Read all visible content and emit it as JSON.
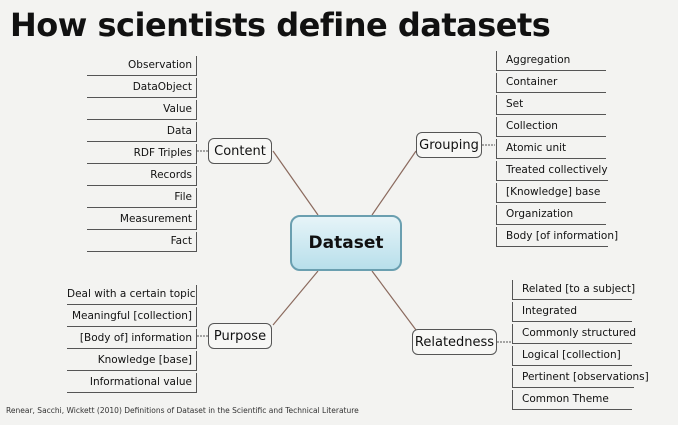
{
  "title": "How scientists define datasets",
  "center": "Dataset",
  "branches": {
    "content": {
      "label": "Content",
      "items": [
        "Observation",
        "DataObject",
        "Value",
        "Data",
        "RDF Triples",
        "Records",
        "File",
        "Measurement",
        "Fact"
      ]
    },
    "grouping": {
      "label": "Grouping",
      "items": [
        "Aggregation",
        "Container",
        "Set",
        "Collection",
        "Atomic unit",
        "Treated collectively",
        "[Knowledge] base",
        "Organization",
        "Body [of information]"
      ]
    },
    "purpose": {
      "label": "Purpose",
      "items": [
        "Deal with a certain topic",
        "Meaningful [collection]",
        "[Body of] information",
        "Knowledge [base]",
        "Informational value"
      ]
    },
    "relatedness": {
      "label": "Relatedness",
      "items": [
        "Related [to a subject]",
        "Integrated",
        "Commonly structured",
        "Logical [collection]",
        "Pertinent [observations]",
        "Common Theme"
      ]
    }
  },
  "citation": "Renear, Sacchi, Wickett (2010) Definitions of Dataset in the Scientific and Technical Literature",
  "colors": {
    "connector": "#8b6a5e",
    "center_border": "#6a9fb0"
  }
}
